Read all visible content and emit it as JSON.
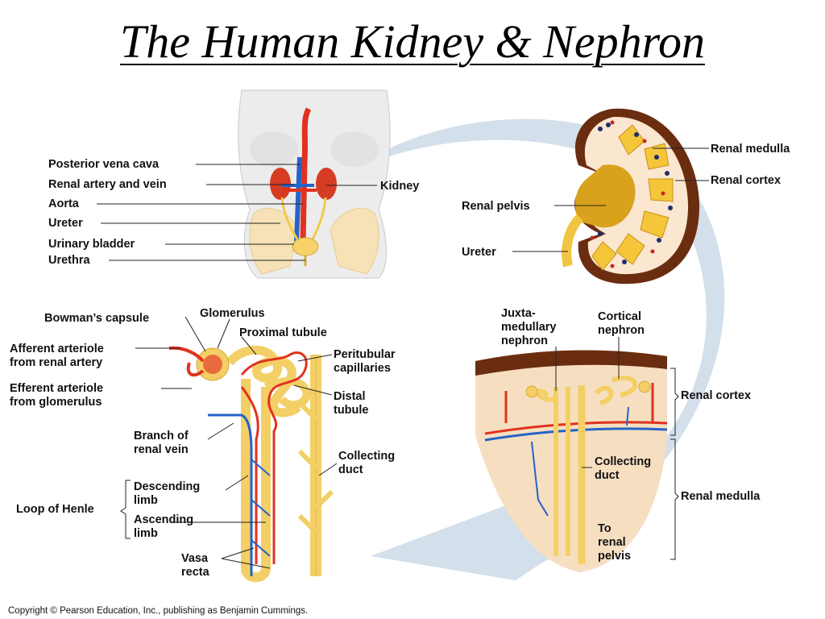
{
  "title": "The Human Kidney & Nephron",
  "copyright": "Copyright © Pearson Education, Inc., publishing as Benjamin Cummings.",
  "body_panel": {
    "labels": {
      "posterior_vena_cava": "Posterior vena cava",
      "renal_artery_vein": "Renal artery and vein",
      "aorta": "Aorta",
      "ureter": "Ureter",
      "urinary_bladder": "Urinary bladder",
      "urethra": "Urethra",
      "kidney": "Kidney"
    }
  },
  "kidney_panel": {
    "labels": {
      "renal_medulla": "Renal medulla",
      "renal_cortex": "Renal cortex",
      "renal_pelvis": "Renal pelvis",
      "ureter": "Ureter"
    }
  },
  "nephron_panel": {
    "labels": {
      "bowmans_capsule": "Bowman’s capsule",
      "glomerulus": "Glomerulus",
      "proximal_tubule": "Proximal tubule",
      "afferent_line1": "Afferent arteriole",
      "afferent_line2": "from renal artery",
      "efferent_line1": "Efferent arteriole",
      "efferent_line2": "from glomerulus",
      "peritubular_line1": "Peritubular",
      "peritubular_line2": "capillaries",
      "distal_line1": "Distal",
      "distal_line2": "tubule",
      "branch_line1": "Branch of",
      "branch_line2": "renal vein",
      "collecting_line1": "Collecting",
      "collecting_line2": "duct",
      "descending_line1": "Descending",
      "descending_line2": "limb",
      "loop_of_henle": "Loop of Henle",
      "ascending_line1": "Ascending",
      "ascending_line2": "limb",
      "vasa_line1": "Vasa",
      "vasa_line2": "recta"
    }
  },
  "section_panel": {
    "labels": {
      "juxta_line1": "Juxta-",
      "juxta_line2": "medullary",
      "juxta_line3": "nephron",
      "cortical_line1": "Cortical",
      "cortical_line2": "nephron",
      "renal_cortex": "Renal cortex",
      "collecting_line1": "Collecting",
      "collecting_line2": "duct",
      "renal_medulla": "Renal medulla",
      "to_line1": "To",
      "to_line2": "renal",
      "to_line3": "pelvis"
    }
  },
  "colors": {
    "artery": "#e0321e",
    "vein": "#2563c9",
    "tubule": "#f7d26a",
    "cortex": "#f6dfc1",
    "arrow": "#c9d8e6"
  }
}
